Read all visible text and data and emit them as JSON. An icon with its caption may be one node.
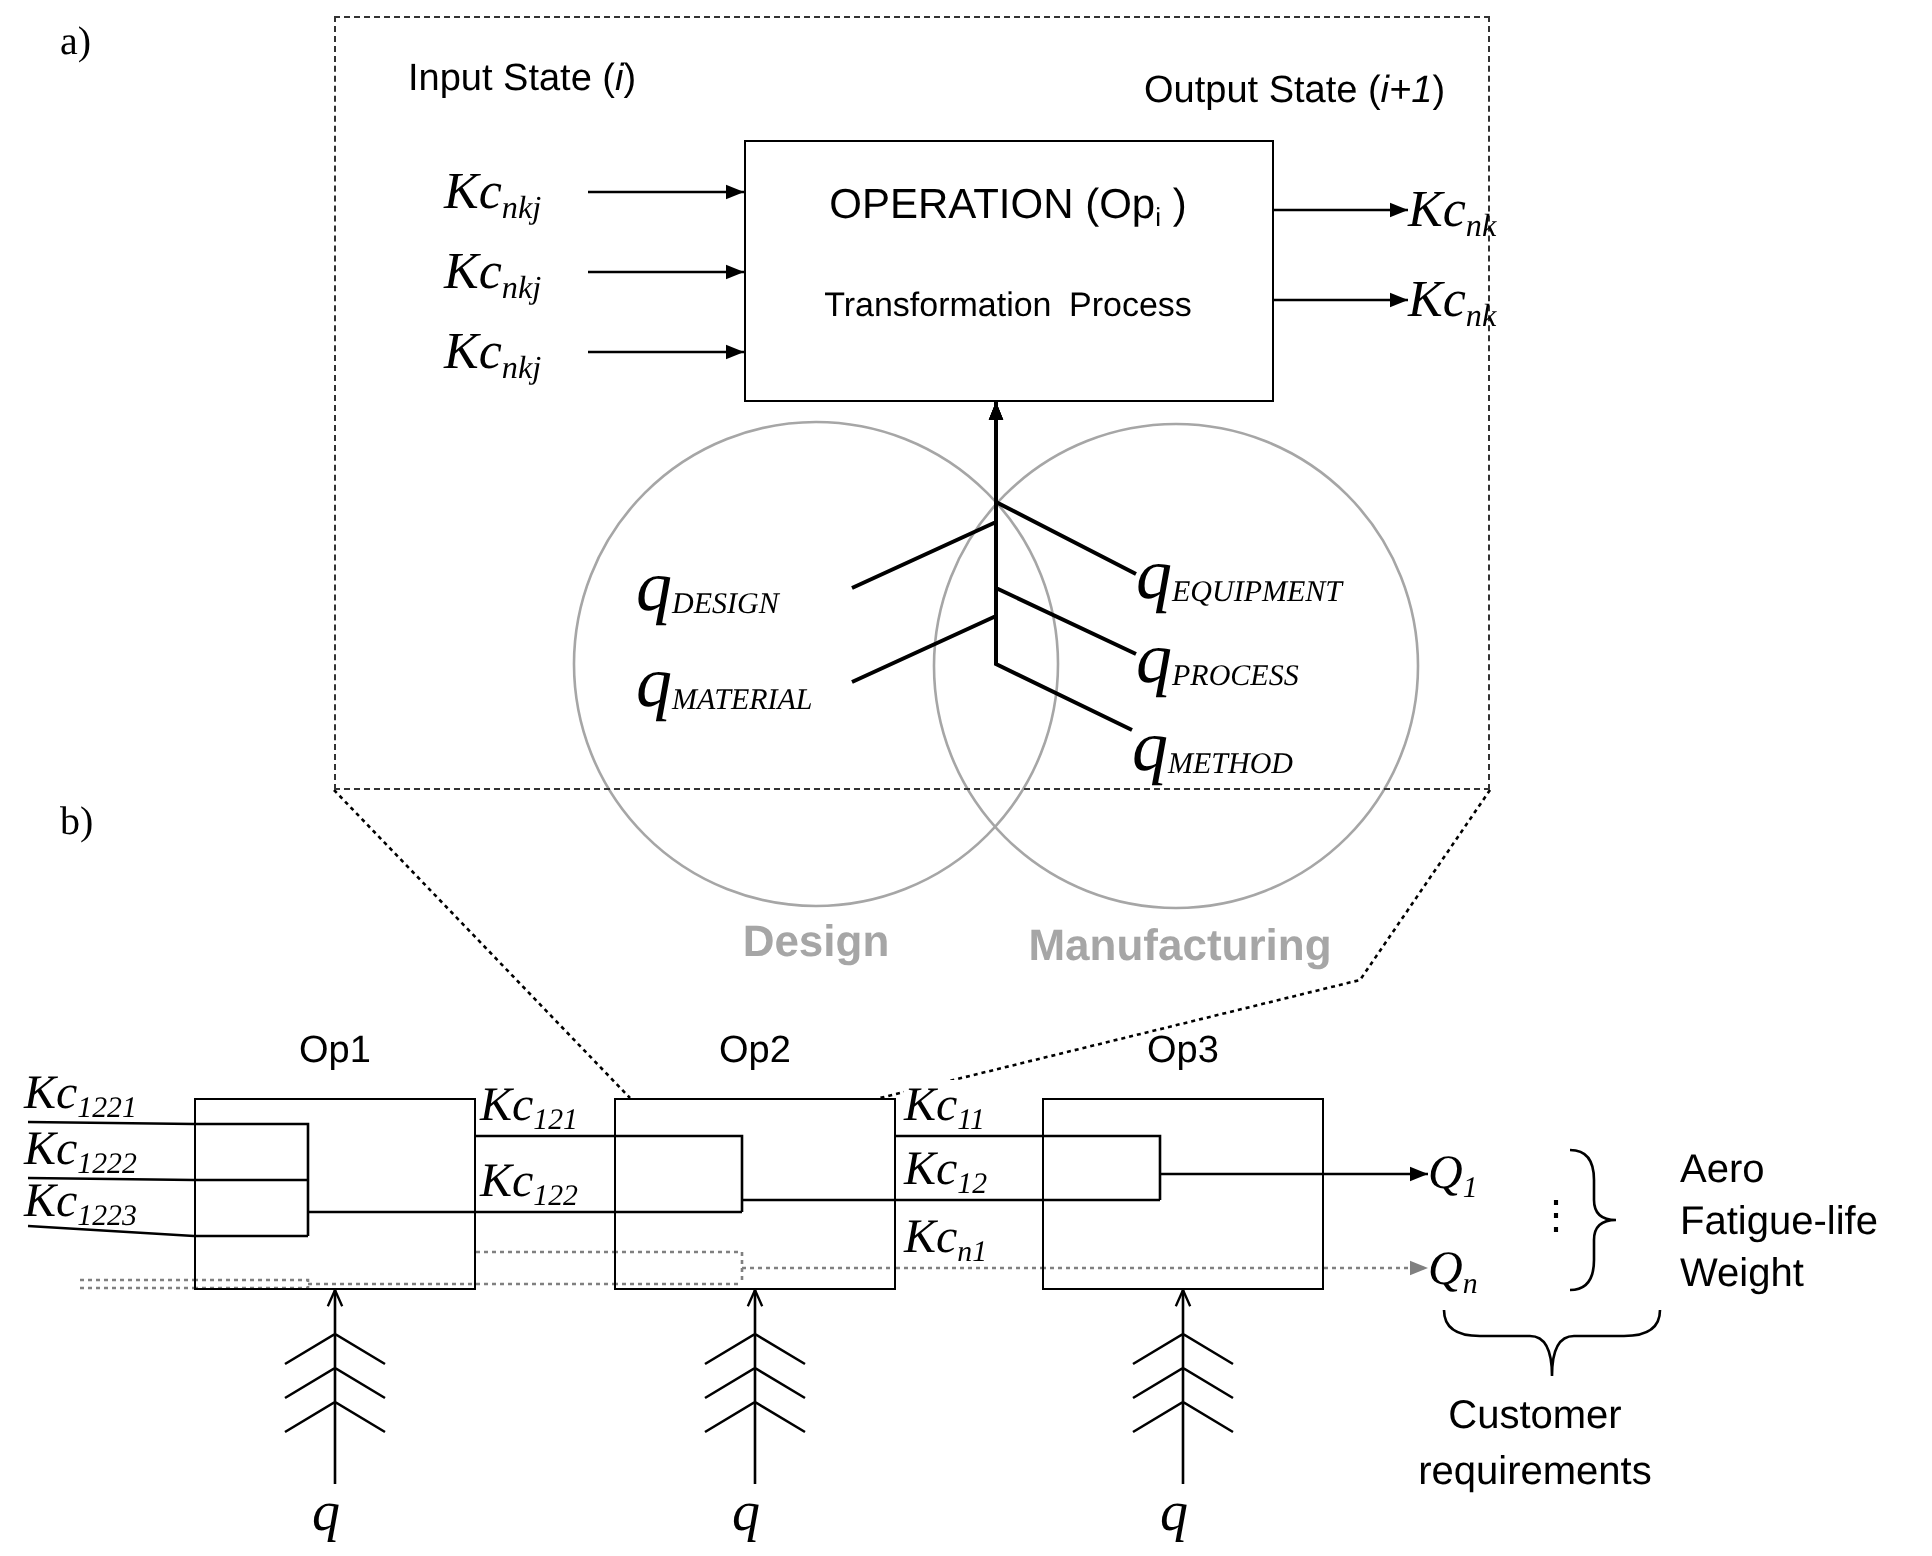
{
  "diagram": {
    "nodes": [
      {
        "text": [],
        "shape": "box"
      },
      {
        "text": [
          "Kc$_{nkj}$"
        ],
        "in": 0
      },
      {
        "text": [
          "Kc$_{nkj}$"
        ],
        "in": 0
      },
      {
        "text": [
          "Kc$_{nkj}$"
        ],
        "in": 0
      },
      {
        "text": [
          "OPERATION (Op$_{i}$ )",
          "Transformation Process"
        ],
        "in": 0
      },
      {
        "text": [
          "Kc$_{nk}$"
        ],
        "in": 0
      },
      {
        "text": [
          "Kc$_{nk}$"
        ],
        "in": 0
      },
      {
        "text": [
          "q$_{DESIGN}$"
        ],
        "in": 0
      },
      {
        "text": [
          "q$_{MATERIAL}$"
        ],
        "in": 0
      },
      {
        "text": [
          "q$_{EQUIPMENT}$"
        ],
        "in": 0
      },
      {
        "text": [
          "q$_{PROCESS}$"
        ],
        "in": 0
      },
      {
        "text": [
          "q$_{METHOD}$"
        ],
        "in": 0
      },
      {
        "text": [
          "Kc$_{1221}$"
        ]
      },
      {
        "text": [
          "Kc$_{1222}$"
        ]
      },
      {
        "text": [
          "Kc$_{1223}$"
        ]
      },
      {
        "text": [
          "Op1"
        ]
      },
      {
        "text": [
          "Op2"
        ]
      },
      {
        "text": [
          "Op3"
        ]
      },
      {
        "text": [
          "Q$_{1}$"
        ]
      },
      {
        "text": [
          "Q$_{n}$"
        ]
      },
      {
        "text": [
          "q"
        ]
      },
      {
        "text": [
          "q"
        ]
      },
      {
        "text": [
          "q"
        ]
      }
    ],
    "edges": [
      {
        "from": 1,
        "to": 4,
        "arrow": "to"
      },
      {
        "from": 2,
        "to": 4,
        "arrow": "to"
      },
      {
        "from": 3,
        "to": 4,
        "arrow": "to"
      },
      {
        "from": 4,
        "to": 5,
        "arrow": "to"
      },
      {
        "from": 4,
        "to": 6,
        "arrow": "to"
      },
      {
        "from": 7,
        "to": 4,
        "arrow": "to"
      },
      {
        "from": 8,
        "to": 4,
        "arrow": "to"
      },
      {
        "from": 9,
        "to": 4,
        "arrow": "to"
      },
      {
        "from": 10,
        "to": 4,
        "arrow": "to"
      },
      {
        "from": 11,
        "to": 4,
        "arrow": "to"
      },
      {
        "from": 0,
        "to": 16,
        "arrow": "none",
        "style": "dashed"
      },
      {
        "from": 0,
        "to": 16,
        "arrow": "none",
        "style": "dashed"
      },
      {
        "from": 12,
        "to": 15,
        "arrow": "none"
      },
      {
        "from": 13,
        "to": 15,
        "arrow": "none"
      },
      {
        "from": 14,
        "to": 15,
        "arrow": "none"
      },
      {
        "from": null,
        "to": 15,
        "arrow": "none",
        "style": "dashed",
        "color": "#808080"
      },
      {
        "from": null,
        "to": 15,
        "arrow": "none",
        "style": "dashed",
        "color": "#808080"
      },
      {
        "from": 15,
        "to": 16,
        "arrow": "none",
        "label": "Kc$_{121}$"
      },
      {
        "from": 15,
        "to": 16,
        "arrow": "none",
        "label": "Kc$_{122}$"
      },
      {
        "from": 15,
        "to": 16,
        "arrow": "none",
        "style": "dashed",
        "color": "#808080"
      },
      {
        "from": 15,
        "to": 16,
        "arrow": "none",
        "style": "dashed",
        "color": "#808080"
      },
      {
        "from": 16,
        "to": 17,
        "arrow": "none",
        "label": "Kc$_{11}$"
      },
      {
        "from": 16,
        "to": 17,
        "arrow": "none",
        "label": "Kc$_{12}$"
      },
      {
        "from": 16,
        "to": 17,
        "arrow": "none",
        "label": "Kc$_{n1}$",
        "style": "dashed",
        "color": "#808080"
      },
      {
        "from": 17,
        "to": 18,
        "arrow": "to"
      },
      {
        "from": 17,
        "to": 19,
        "arrow": "to",
        "style": "dashed",
        "color": "#808080"
      },
      {
        "from": 20,
        "to": 15,
        "arrow": "to"
      },
      {
        "from": 21,
        "to": 16,
        "arrow": "to"
      },
      {
        "from": 22,
        "to": 17,
        "arrow": "to"
      }
    ],
    "labels": [
      "a)",
      "Input State (*i*)",
      "Output State (*i+1*)",
      "b)",
      "Design",
      "Manufacturing",
      "⋮",
      "Aero",
      "Fatigue-life",
      "Weight",
      "Customer requirements"
    ]
  }
}
